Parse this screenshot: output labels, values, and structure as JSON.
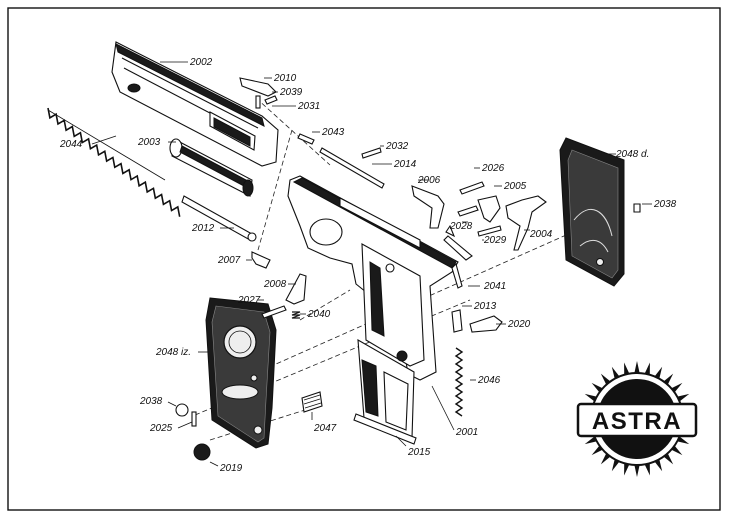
{
  "logo": {
    "text": "ASTRA"
  },
  "parts": [
    {
      "id": "2002"
    },
    {
      "id": "2010"
    },
    {
      "id": "2039"
    },
    {
      "id": "2031"
    },
    {
      "id": "2044"
    },
    {
      "id": "2003"
    },
    {
      "id": "2043"
    },
    {
      "id": "2032"
    },
    {
      "id": "2014"
    },
    {
      "id": "2006"
    },
    {
      "id": "2026"
    },
    {
      "id": "2005"
    },
    {
      "id": "2048 d."
    },
    {
      "id": "2038"
    },
    {
      "id": "2028"
    },
    {
      "id": "2029"
    },
    {
      "id": "2004"
    },
    {
      "id": "2012"
    },
    {
      "id": "2007"
    },
    {
      "id": "2008"
    },
    {
      "id": "2041"
    },
    {
      "id": "2027"
    },
    {
      "id": "2040"
    },
    {
      "id": "2013"
    },
    {
      "id": "2020"
    },
    {
      "id": "2048 iz."
    },
    {
      "id": "2046"
    },
    {
      "id": "2038"
    },
    {
      "id": "2025"
    },
    {
      "id": "2047"
    },
    {
      "id": "2001"
    },
    {
      "id": "2019"
    },
    {
      "id": "2015"
    }
  ]
}
